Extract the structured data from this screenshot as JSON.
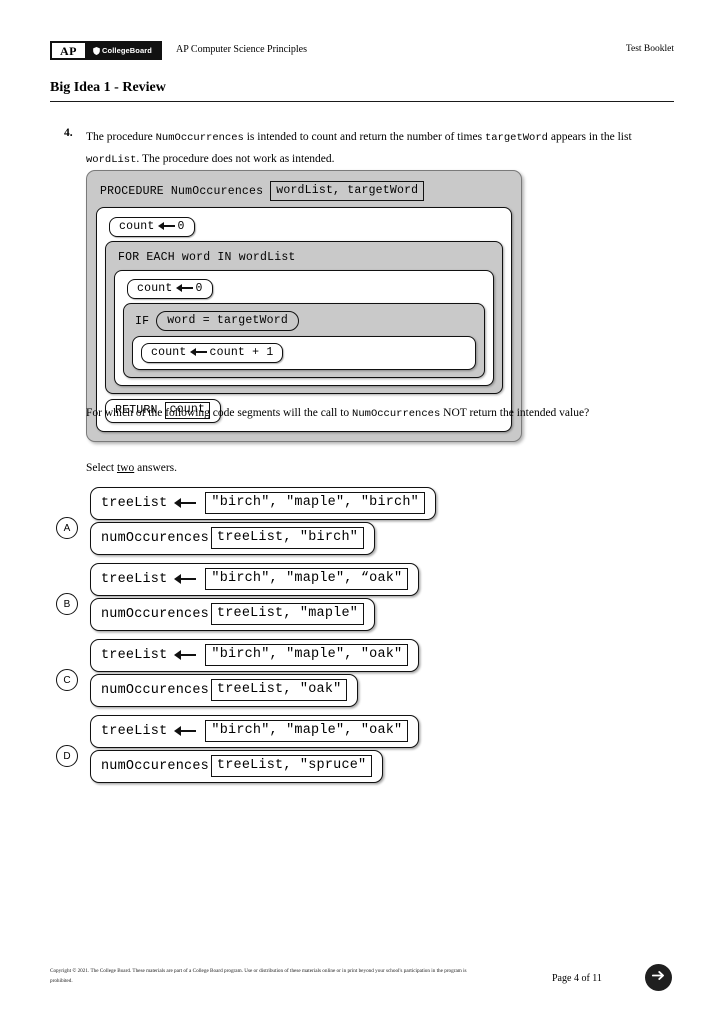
{
  "header": {
    "logo_ap": "AP",
    "logo_collegeboard": "CollegeBoard",
    "course": "AP Computer Science Principles",
    "booklet": "Test Booklet"
  },
  "page_title": "Big Idea 1 - Review",
  "question": {
    "number": "4.",
    "prompt_part1": "The procedure",
    "prompt_code1": "NumOccurrences",
    "prompt_part2": "is intended to count and return the number of times",
    "prompt_code2": "targetWord",
    "prompt_part3": "appears in the list",
    "prompt_code3": "wordList",
    "prompt_part4": ". The procedure does not work as intended.",
    "follow_part1": "For which of the following code segments will the call to",
    "follow_code": "NumOccurrences",
    "follow_part2": "NOT return the intended value?",
    "select_pre": "Select ",
    "select_emph": "two",
    "select_post": " answers."
  },
  "pseudocode": {
    "procedure_keyword": "PROCEDURE",
    "procedure_name": "NumOccurences",
    "procedure_params": "wordList, targetWord",
    "init_count": "count",
    "init_value": "0",
    "for_each": "FOR EACH word IN wordList",
    "inner_count": "count",
    "inner_value": "0",
    "if_keyword": "IF",
    "if_condition": "word = targetWord",
    "increment_lhs": "count",
    "increment_rhs": "count + 1",
    "return_keyword": "RETURN",
    "return_value": "count"
  },
  "choices": [
    {
      "letter": "A",
      "line1_var": "treeList",
      "line1_value": "\"birch\", \"maple\", \"birch\"",
      "line2_call": "numOccurences",
      "line2_args": "treeList, \"birch\""
    },
    {
      "letter": "B",
      "line1_var": "treeList",
      "line1_value": "\"birch\", \"maple\", “oak\"",
      "line2_call": "numOccurences",
      "line2_args": "treeList, \"maple\""
    },
    {
      "letter": "C",
      "line1_var": "treeList",
      "line1_value": "\"birch\", \"maple\", \"oak\"",
      "line2_call": "numOccurences",
      "line2_args": "treeList, \"oak\""
    },
    {
      "letter": "D",
      "line1_var": "treeList",
      "line1_value": "\"birch\", \"maple\", \"oak\"",
      "line2_call": "numOccurences",
      "line2_args": "treeList, \"spruce\""
    }
  ],
  "footer": {
    "copyright": "Copyright © 2021. The College Board. These materials are part of a College Board program. Use or distribution of these materials online or in print beyond your school's participation in the program is prohibited.",
    "page_label": "Page 4 of 11",
    "next_icon": "arrow-right-icon"
  },
  "colors": {
    "code_gray": "#c9c9c9",
    "ink": "#111111",
    "paper": "#ffffff"
  }
}
